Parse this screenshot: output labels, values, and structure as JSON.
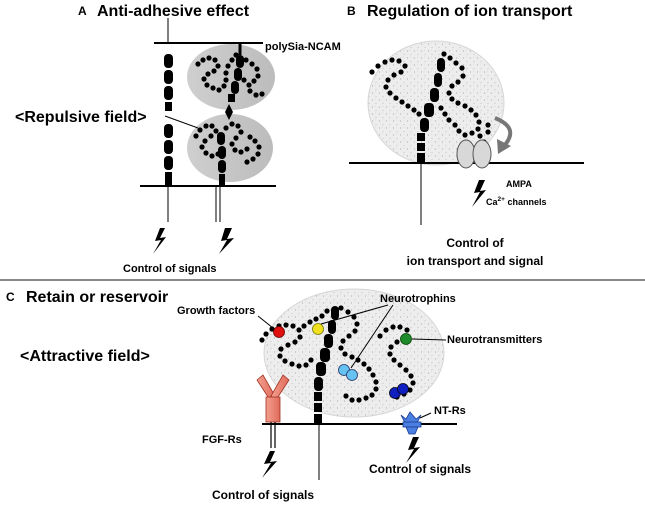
{
  "panel_a": {
    "letter": "A",
    "title": "Anti-adhesive effect",
    "polysia_label": "polySia-NCAM",
    "field_label": "<Repulsive field>",
    "signal_label": "Control of signals"
  },
  "panel_b": {
    "letter": "B",
    "title": "Regulation of ion transport",
    "channel_label_1": "AMPA",
    "channel_label_2_prefix": "Ca",
    "channel_label_2_sup": "2+",
    "channel_label_2_suffix": " channels",
    "signal_line_1": "Control of",
    "signal_line_2": "ion transport and signal"
  },
  "panel_c": {
    "letter": "C",
    "title": "Retain or reservoir",
    "growth_factors": "Growth factors",
    "neurotrophins": "Neurotrophins",
    "neurotransmitters": "Neurotransmitters",
    "field_label": "<Attractive field>",
    "fgf_label": "FGF-Rs",
    "ntr_label": "NT-Rs",
    "signal_left": "Control of signals",
    "signal_right": "Control of signals"
  },
  "colors": {
    "bead": "#000000",
    "gray_cloud": "#c4c4c4",
    "speckle_cloud": "#ececec",
    "growth_factor_bead": "#e01010",
    "neurotrophin_yellow": "#f0e020",
    "neurotransmitter_bead": "#1f8a2a",
    "neurotrophin_light_blue": "#66c2f0",
    "dark_blue_bead": "#1020c0",
    "fgf_receptor": "#f08878",
    "nt_receptor": "#4a7ee0",
    "channel": "#d8d8d8"
  },
  "icons": [
    "lightning-bolt-icon",
    "curved-arrow-icon",
    "y-receptor-icon",
    "ion-channel-icon"
  ]
}
